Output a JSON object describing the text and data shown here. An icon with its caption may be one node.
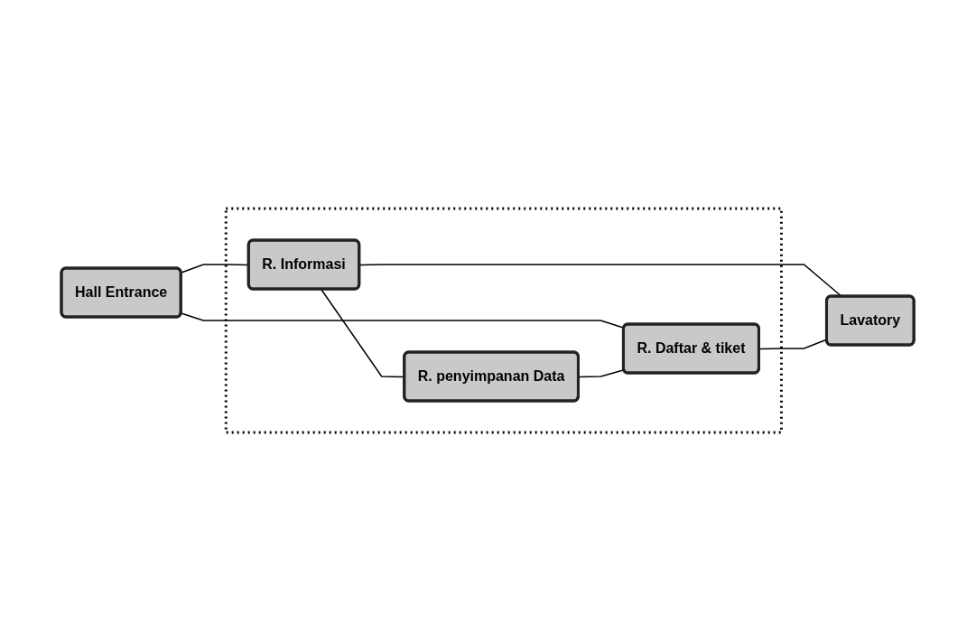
{
  "diagram": {
    "nodes": [
      {
        "text": [],
        "shape": "box"
      },
      {
        "text": [
          "R. Informasi"
        ],
        "in": 0
      },
      {
        "text": [
          "R. penyimpanan Data"
        ],
        "in": 0
      },
      {
        "text": [
          "R. Daftar & tiket"
        ],
        "in": 0
      },
      {
        "text": [
          "Hall Entrance"
        ]
      },
      {
        "text": [
          "Lavatory"
        ]
      }
    ],
    "edges": [
      {
        "from": 4,
        "to": 1,
        "arrow": "none"
      },
      {
        "from": 4,
        "to": 3,
        "arrow": "none"
      },
      {
        "from": 1,
        "to": 2,
        "arrow": "none"
      },
      {
        "from": 2,
        "to": 3,
        "arrow": "none"
      },
      {
        "from": 1,
        "to": 5,
        "arrow": "none"
      },
      {
        "from": 3,
        "to": 5,
        "arrow": "none"
      }
    ]
  }
}
